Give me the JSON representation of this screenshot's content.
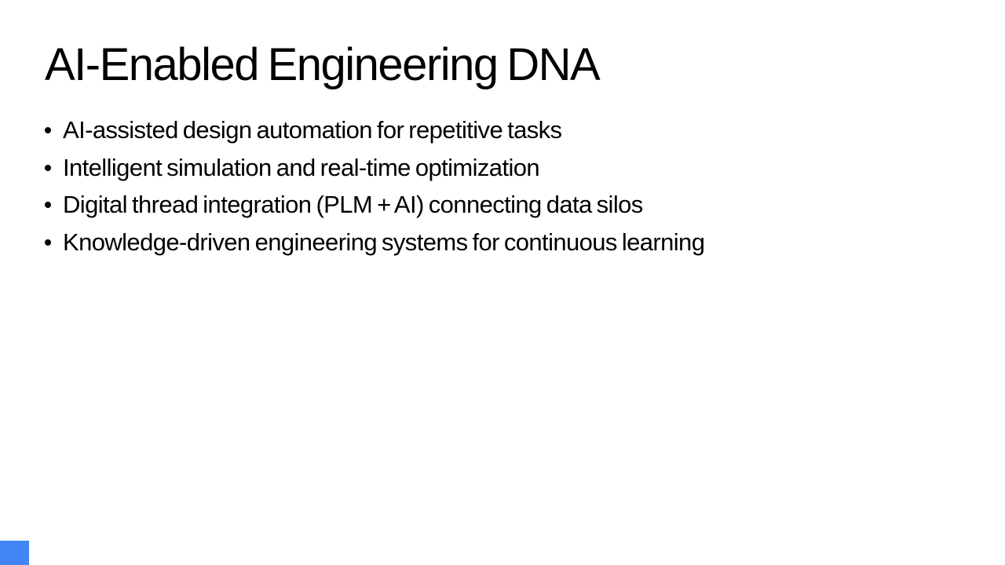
{
  "slide": {
    "title": "AI-Enabled Engineering DNA",
    "bullets": [
      "AI-assisted design automation for repetitive tasks",
      "Intelligent simulation and real-time optimization",
      "Digital thread integration (PLM + AI) connecting data silos",
      "Knowledge-driven engineering systems for continuous learning"
    ],
    "colors": {
      "background": "#FFFFFF",
      "text": "#000000",
      "accent": "#4285F4"
    }
  }
}
